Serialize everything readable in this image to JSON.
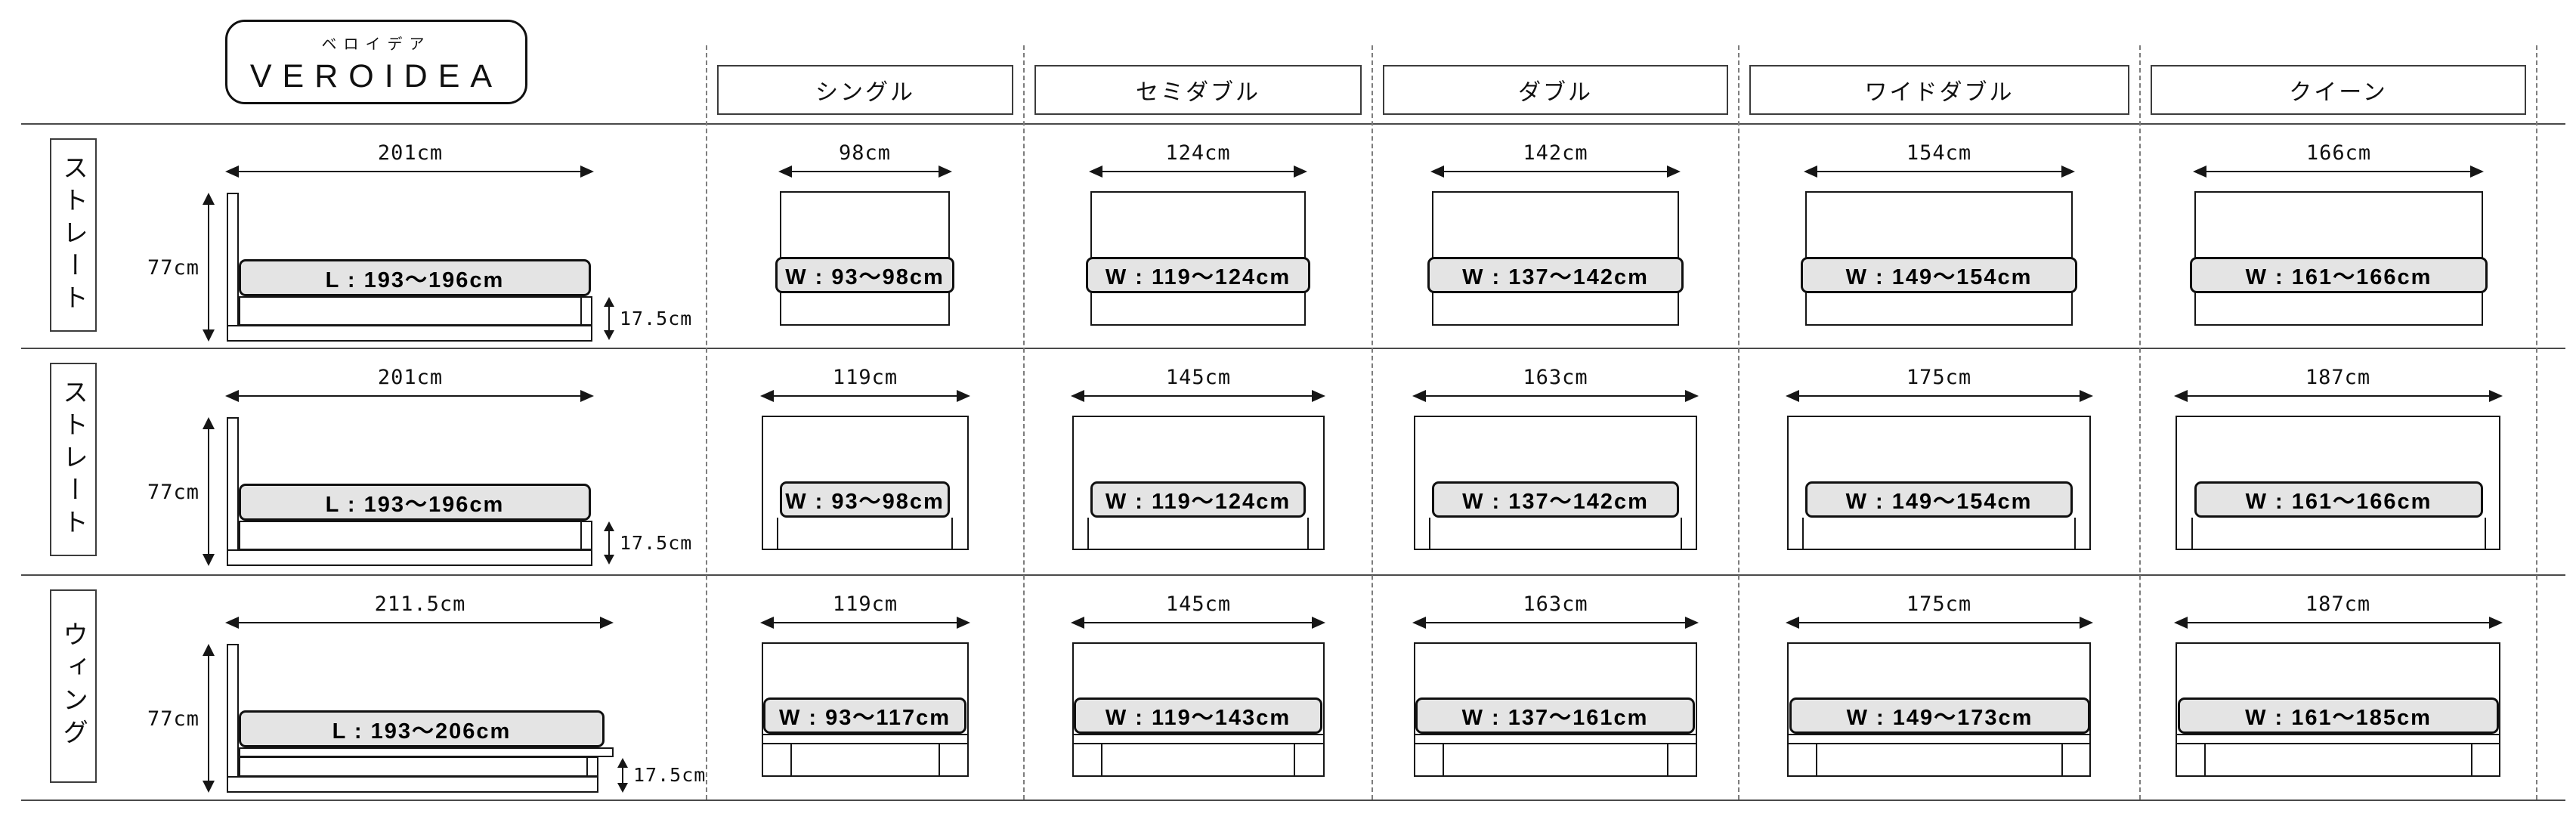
{
  "brand": {
    "kana": "ベロイデア",
    "name": "VEROIDEA"
  },
  "columns": [
    {
      "label": "シングル"
    },
    {
      "label": "セミダブル"
    },
    {
      "label": "ダブル"
    },
    {
      "label": "ワイドダブル"
    },
    {
      "label": "クイーン"
    }
  ],
  "rows": [
    {
      "type_label": "ストレート",
      "frame_type": "straight",
      "front_type": "flush",
      "length_label": "201cm",
      "length_cm": 201,
      "height_label": "77cm",
      "base_height_label": "17.5cm",
      "mattress_length_label": "L : 193〜196cm",
      "cells": [
        {
          "width_label": "98cm",
          "width_cm": 98,
          "mattress_label": "W : 93〜98cm",
          "mattress_cm": 98
        },
        {
          "width_label": "124cm",
          "width_cm": 124,
          "mattress_label": "W : 119〜124cm",
          "mattress_cm": 124
        },
        {
          "width_label": "142cm",
          "width_cm": 142,
          "mattress_label": "W : 137〜142cm",
          "mattress_cm": 142
        },
        {
          "width_label": "154cm",
          "width_cm": 154,
          "mattress_label": "W : 149〜154cm",
          "mattress_cm": 154
        },
        {
          "width_label": "166cm",
          "width_cm": 166,
          "mattress_label": "W : 161〜166cm",
          "mattress_cm": 166
        }
      ]
    },
    {
      "type_label": "ストレート",
      "frame_type": "straight",
      "front_type": "inset",
      "length_label": "201cm",
      "length_cm": 201,
      "height_label": "77cm",
      "base_height_label": "17.5cm",
      "mattress_length_label": "L : 193〜196cm",
      "cells": [
        {
          "width_label": "119cm",
          "width_cm": 119,
          "mattress_label": "W : 93〜98cm",
          "mattress_cm": 98
        },
        {
          "width_label": "145cm",
          "width_cm": 145,
          "mattress_label": "W : 119〜124cm",
          "mattress_cm": 124
        },
        {
          "width_label": "163cm",
          "width_cm": 163,
          "mattress_label": "W : 137〜142cm",
          "mattress_cm": 142
        },
        {
          "width_label": "175cm",
          "width_cm": 175,
          "mattress_label": "W : 149〜154cm",
          "mattress_cm": 154
        },
        {
          "width_label": "187cm",
          "width_cm": 187,
          "mattress_label": "W : 161〜166cm",
          "mattress_cm": 166
        }
      ]
    },
    {
      "type_label": "ウィング",
      "frame_type": "wing",
      "front_type": "wing",
      "length_label": "211.5cm",
      "length_cm": 211.5,
      "height_label": "77cm",
      "base_height_label": "17.5cm",
      "mattress_length_label": "L : 193〜206cm",
      "cells": [
        {
          "width_label": "119cm",
          "width_cm": 119,
          "mattress_label": "W : 93〜117cm",
          "mattress_cm": 117
        },
        {
          "width_label": "145cm",
          "width_cm": 145,
          "mattress_label": "W : 119〜143cm",
          "mattress_cm": 143
        },
        {
          "width_label": "163cm",
          "width_cm": 163,
          "mattress_label": "W : 137〜161cm",
          "mattress_cm": 161
        },
        {
          "width_label": "175cm",
          "width_cm": 175,
          "mattress_label": "W : 149〜173cm",
          "mattress_cm": 173
        },
        {
          "width_label": "187cm",
          "width_cm": 187,
          "mattress_label": "W : 161〜185cm",
          "mattress_cm": 185
        }
      ]
    }
  ],
  "colors": {
    "line": "#161616",
    "grid": "#4a4a4a",
    "dash": "#7d7d7d",
    "mattress_fill": "#e4e4e4"
  }
}
